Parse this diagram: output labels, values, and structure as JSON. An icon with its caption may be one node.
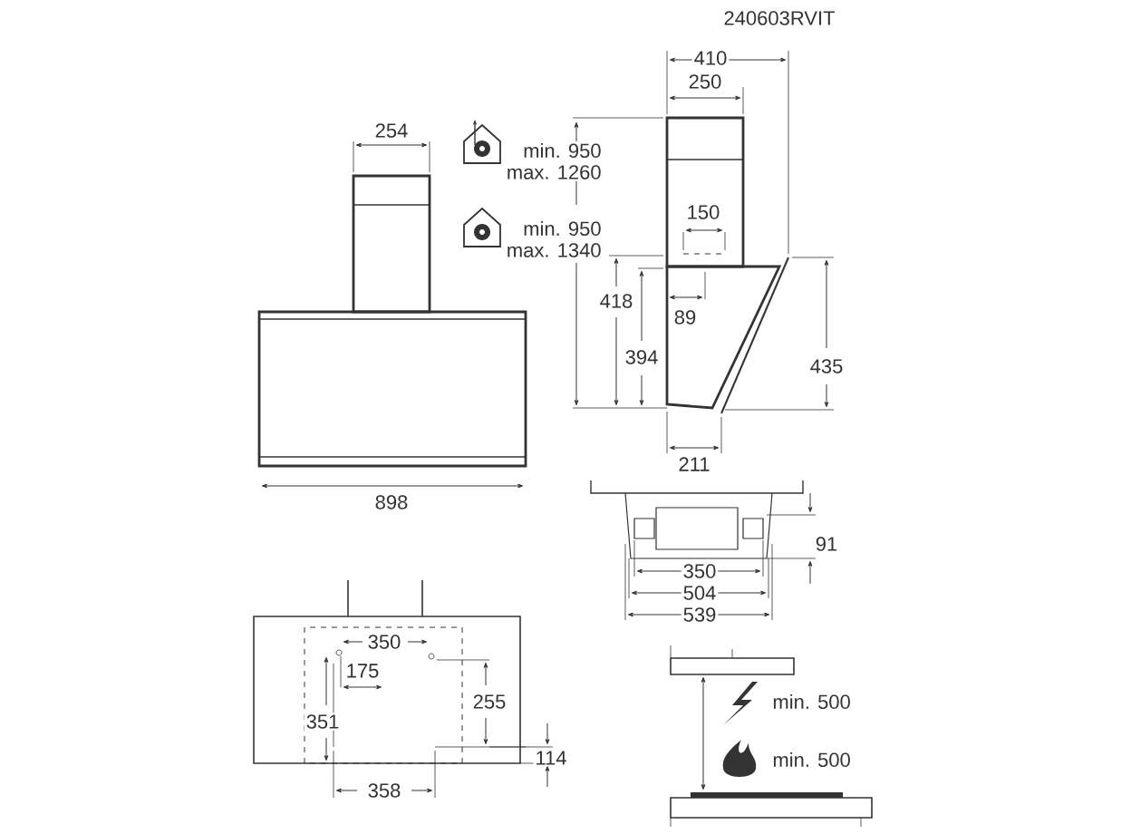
{
  "diagram": {
    "labels": [
      "240603RVIT",
      "410",
      "254",
      "250",
      "min. 950",
      "max. 1260",
      "min. 950",
      "max. 1340",
      "150",
      "418",
      "89",
      "394",
      "435",
      "211",
      "898",
      "91",
      "350",
      "504",
      "539",
      "350",
      "175",
      "255",
      "351",
      "114",
      "358",
      "min. 500",
      "min. 500"
    ]
  }
}
